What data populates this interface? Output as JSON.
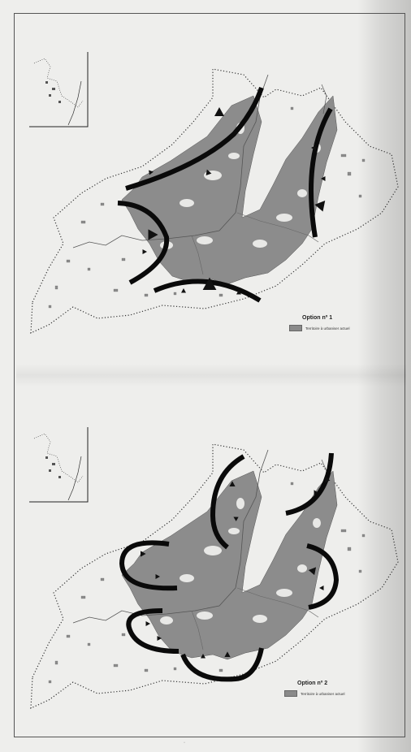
{
  "maps": [
    {
      "option_title": "Option nº 1",
      "legend_label": "Territoire à urbaniser actuel"
    },
    {
      "option_title": "Option nº 2",
      "legend_label": "Territoire à urbaniser actuel"
    }
  ],
  "colors": {
    "urban_area": "#8c8c8c",
    "growth_arc": "#0a0a0a",
    "boundary": "#333333",
    "paper": "#eeeeec"
  },
  "icons": [
    "growth-arrow-icon",
    "inset-locator-map"
  ]
}
